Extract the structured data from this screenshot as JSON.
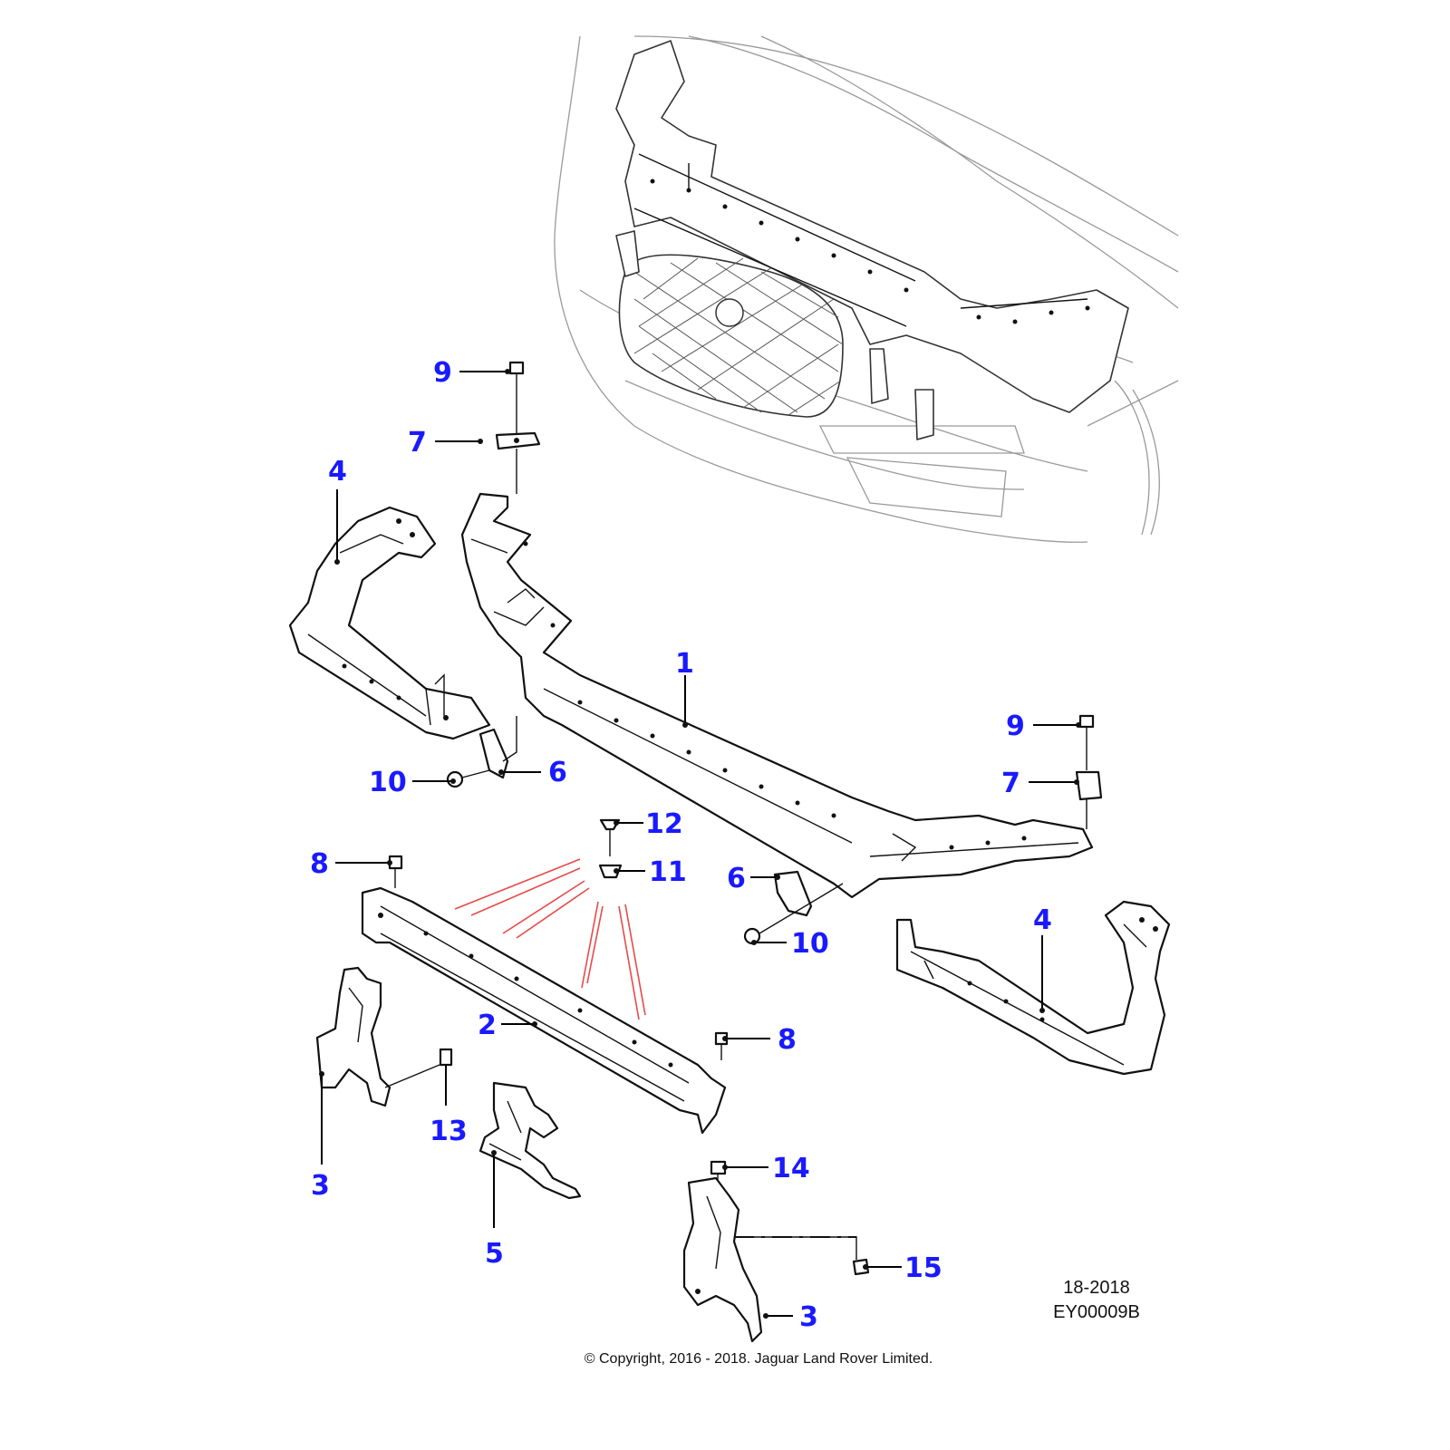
{
  "callouts": {
    "c1": "1",
    "c2": "2",
    "c3a": "3",
    "c3b": "3",
    "c4a": "4",
    "c4b": "4",
    "c5": "5",
    "c6a": "6",
    "c6b": "6",
    "c7a": "7",
    "c7b": "7",
    "c8a": "8",
    "c8b": "8",
    "c9a": "9",
    "c9b": "9",
    "c10a": "10",
    "c10b": "10",
    "c11": "11",
    "c12": "12",
    "c13": "13",
    "c14": "14",
    "c15": "15"
  },
  "reference": {
    "date": "18-2018",
    "code": "EY00009B"
  },
  "copyright": "© Copyright, 2016 - 2018. Jaguar Land Rover Limited.",
  "colors": {
    "callout": "#1a1aff",
    "accent_lines": "#e84a4a"
  }
}
